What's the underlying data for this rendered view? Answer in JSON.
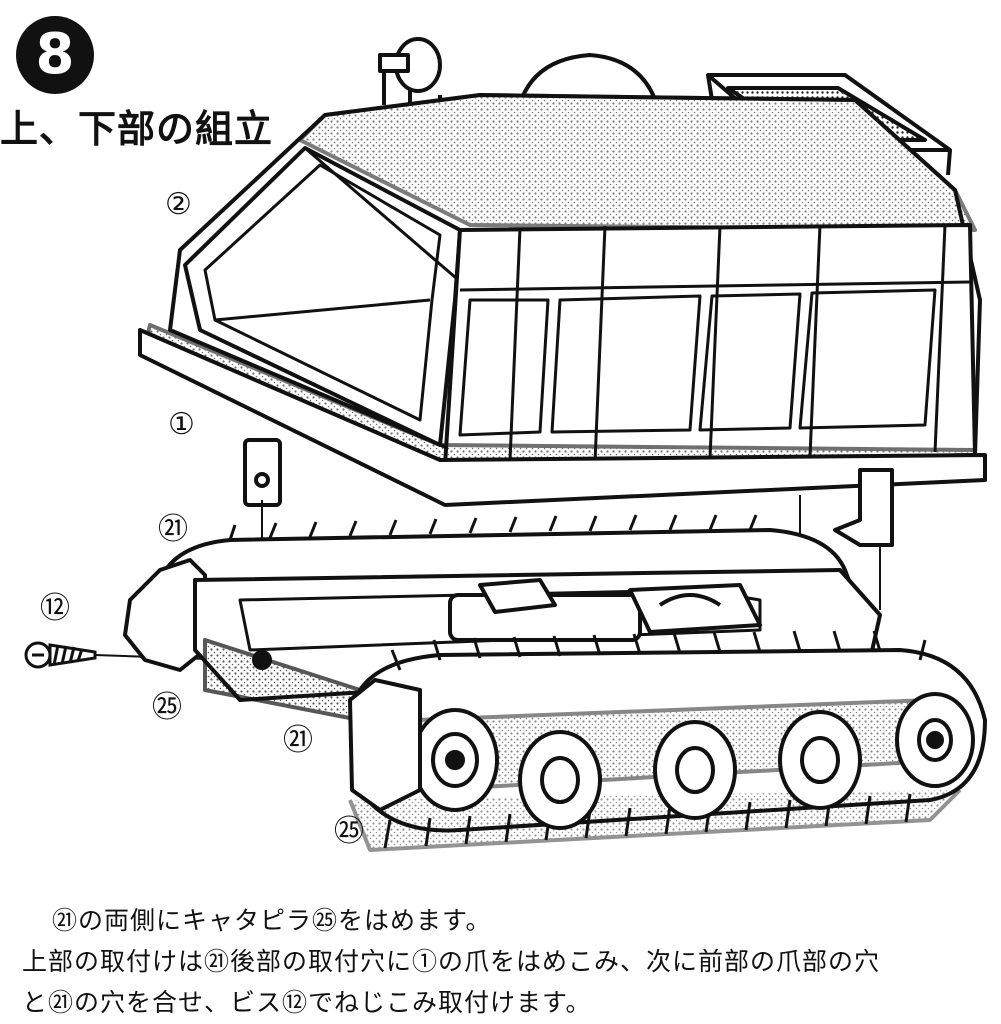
{
  "step": {
    "number": "8",
    "title": "上、下部の組立"
  },
  "callouts": {
    "body_upper": "②",
    "body_lower": "①",
    "chassis_top": "㉑",
    "screw": "⑫",
    "track_left": "㉕",
    "chassis_bottom": "㉑",
    "track_bottom": "㉕"
  },
  "instructions": {
    "line1": "㉑の両側にキャタピラ㉕をはめます。",
    "line2": "上部の取付けは㉑後部の取付穴に①の爪をはめこみ、次に前部の爪部の穴",
    "line3": "と㉑の穴を合せ、ビス⑫でねじこみ取付けます。"
  },
  "colors": {
    "ink": "#111111",
    "paper": "#ffffff"
  },
  "icons": {
    "step_badge": "filled-circle-number",
    "vehicle": "snow-crawler-body-illustration",
    "screw": "screw-icon"
  }
}
